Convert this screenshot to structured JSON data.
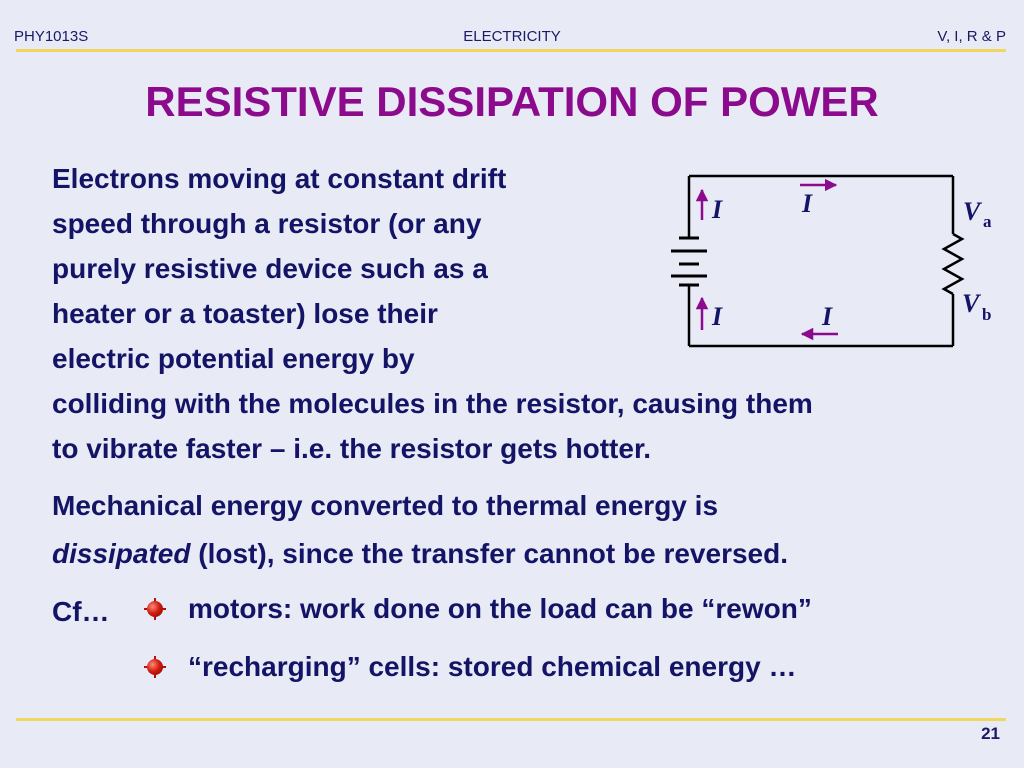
{
  "header": {
    "course": "PHY1013S",
    "topic": "ELECTRICITY",
    "section": "V, I, R & P"
  },
  "title": "RESISTIVE DISSIPATION OF POWER",
  "paragraphs": {
    "p1_lines": [
      "Electrons moving at constant drift",
      "speed through a resistor (or any",
      "purely resistive device such as a",
      "heater or a toaster) lose their",
      "electric potential energy by"
    ],
    "p1_continued": [
      "colliding with the molecules in the resistor, causing them",
      "to vibrate faster – i.e. the resistor gets hotter."
    ],
    "p2_line1": "Mechanical energy converted to thermal energy is",
    "p2_italic": "dissipated",
    "p2_rest": " (lost), since the transfer cannot be reversed."
  },
  "cf_label": "Cf…",
  "bullets": [
    "motors: work done on the load can be “rewon”",
    "“recharging” cells: stored chemical energy …"
  ],
  "circuit": {
    "current_label": "I",
    "va_main": "V",
    "va_sub": "a",
    "vb_main": "V",
    "vb_sub": "b",
    "wire_color": "#000000",
    "arrow_color": "#8c0a8c"
  },
  "page_number": "21",
  "colors": {
    "background": "#e8eaf6",
    "title": "#8c0a8c",
    "body_text": "#141466",
    "rule": "#f0d860",
    "bullet": "#d21f10"
  }
}
